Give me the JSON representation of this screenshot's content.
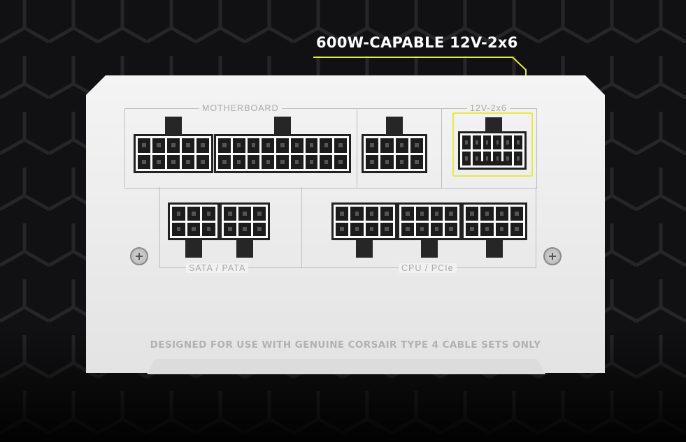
{
  "callout": {
    "label": "600W-CAPABLE 12V-2x6",
    "highlight_color": "#e5e94a"
  },
  "groups": {
    "motherboard": "MOTHERBOARD",
    "connector_12v": "12V-2x6",
    "sata_pata": "SATA / PATA",
    "cpu_pcie": "CPU / PCIe"
  },
  "footer": "DESIGNED FOR USE WITH GENUINE CORSAIR TYPE 4 CABLE SETS ONLY"
}
